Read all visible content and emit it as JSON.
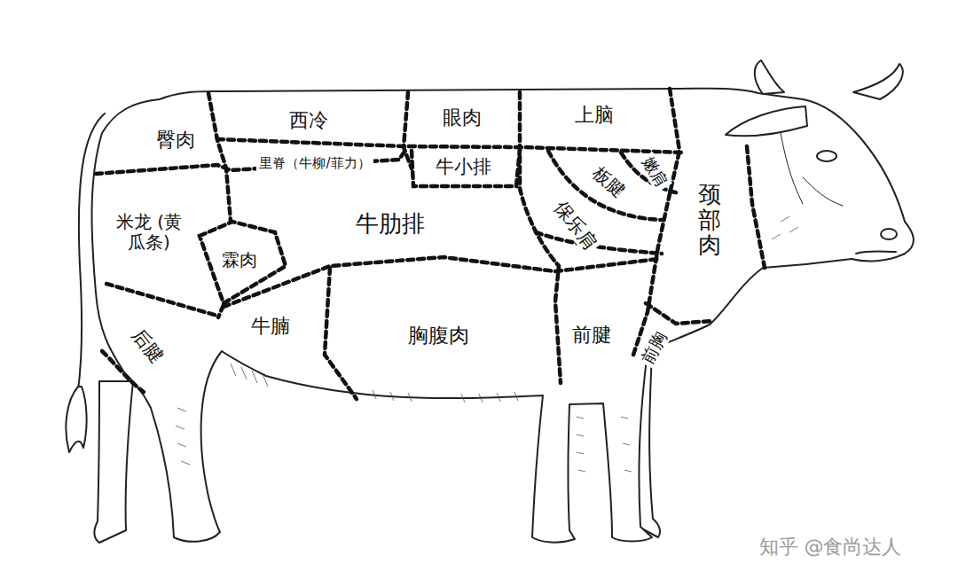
{
  "diagram": {
    "labels": [
      "臀肉",
      "西冷",
      "眼肉",
      "上脑",
      "里脊（牛柳/菲力）",
      "牛小排",
      "嫩肩",
      "板腱",
      "颈部肉",
      "米龙 (黄瓜条)",
      "霖肉",
      "牛肋排",
      "保乐肩",
      "牛腩",
      "胸腹肉",
      "前腱",
      "后腱",
      "前胸",
      "知乎 @食尚达人"
    ]
  }
}
